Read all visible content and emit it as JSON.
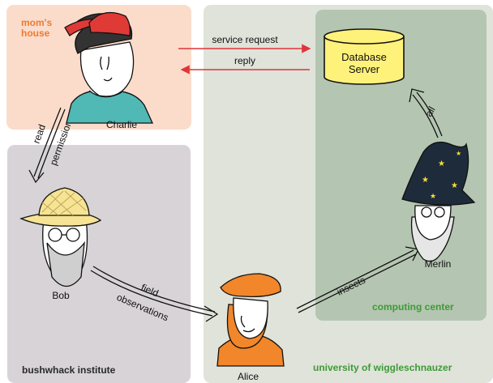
{
  "regions": {
    "moms_house": "mom's house",
    "bushwhack": "bushwhack institute",
    "university": "university of wiggleschnauzer",
    "computing": "computing center"
  },
  "people": {
    "charlie": "Charlie",
    "bob": "Bob",
    "alice": "Alice",
    "merlin": "Merlin"
  },
  "database": {
    "line1": "Database",
    "line2": "Server"
  },
  "edges": {
    "service_request": "service request",
    "reply": "reply",
    "read": "read",
    "permission": "permission",
    "field": "field",
    "observations": "observations",
    "insects": "insects",
    "all": "all"
  },
  "colors": {
    "moms_house_bg": "#fbdccb",
    "bushwhack_bg": "#d7d3d6",
    "university_bg": "#dfe3da",
    "computing_bg": "#b4c6b1",
    "accent_orange": "#ee7a34",
    "accent_green": "#3e9a35",
    "arrow_red": "#e0343a",
    "db_yellow": "#fff27a"
  }
}
